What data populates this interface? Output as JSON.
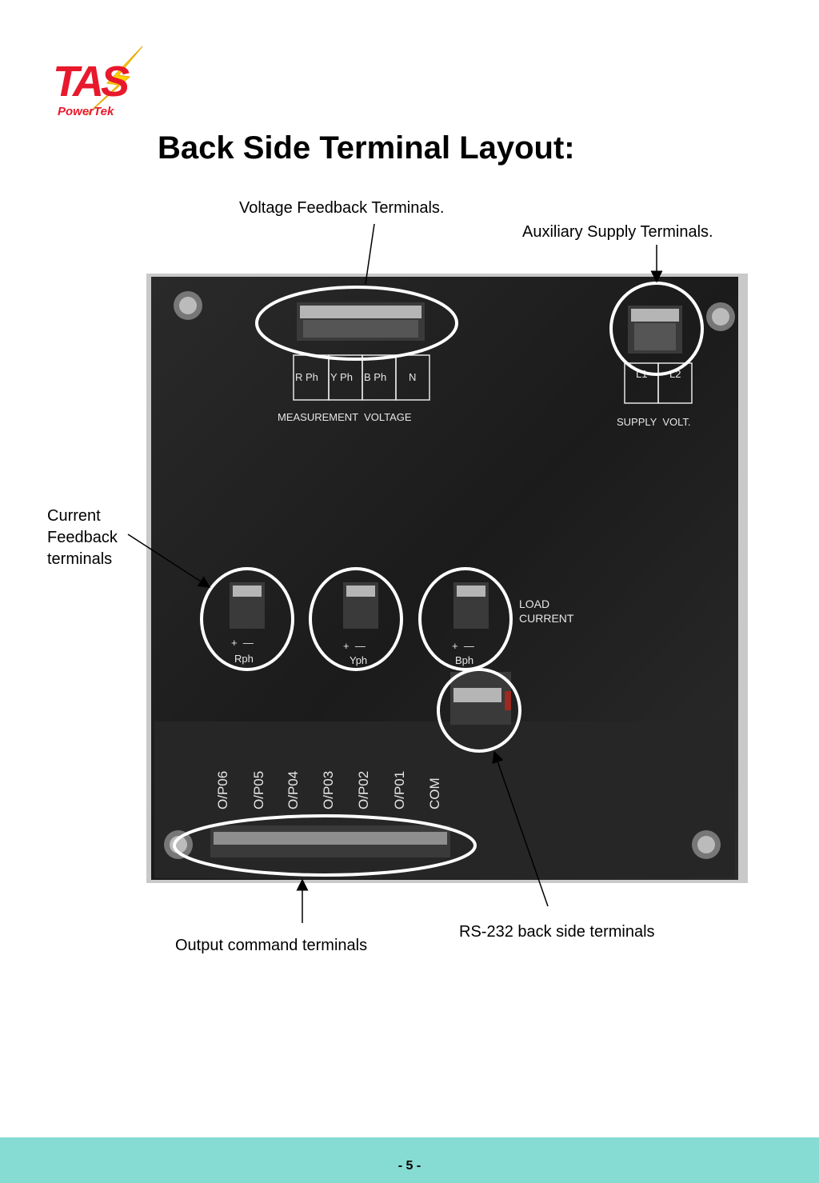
{
  "brand": {
    "logo_main": "TAS",
    "logo_sub": "PowerTek",
    "logo_red": "#e8192c",
    "logo_yellow": "#ffd400"
  },
  "page": {
    "title": "Back Side Terminal Layout:",
    "page_number": "- 5 -",
    "footer_color": "#86dbd2"
  },
  "callouts": {
    "voltage_feedback": "Voltage Feedback Terminals.",
    "auxiliary_supply": "Auxiliary Supply Terminals.",
    "current_feedback": [
      "Current",
      "Feedback",
      "terminals"
    ],
    "output_command": "Output command terminals",
    "rs232": "RS-232 back side terminals"
  },
  "panel": {
    "measurement_voltage": {
      "labels": [
        "R Ph",
        "Y Ph",
        "B Ph",
        "N"
      ],
      "caption": "MEASUREMENT  VOLTAGE"
    },
    "supply_volt": {
      "labels": [
        "L1",
        "L2"
      ],
      "caption": "SUPPLY  VOLT."
    },
    "load_current": {
      "caption_line1": "LOAD",
      "caption_line2": "CURRENT",
      "polarity": "+  —",
      "phases": [
        "Rph",
        "Yph",
        "Bph"
      ]
    },
    "outputs": [
      "O/P06",
      "O/P05",
      "O/P04",
      "O/P03",
      "O/P02",
      "O/P01",
      "COM"
    ]
  }
}
